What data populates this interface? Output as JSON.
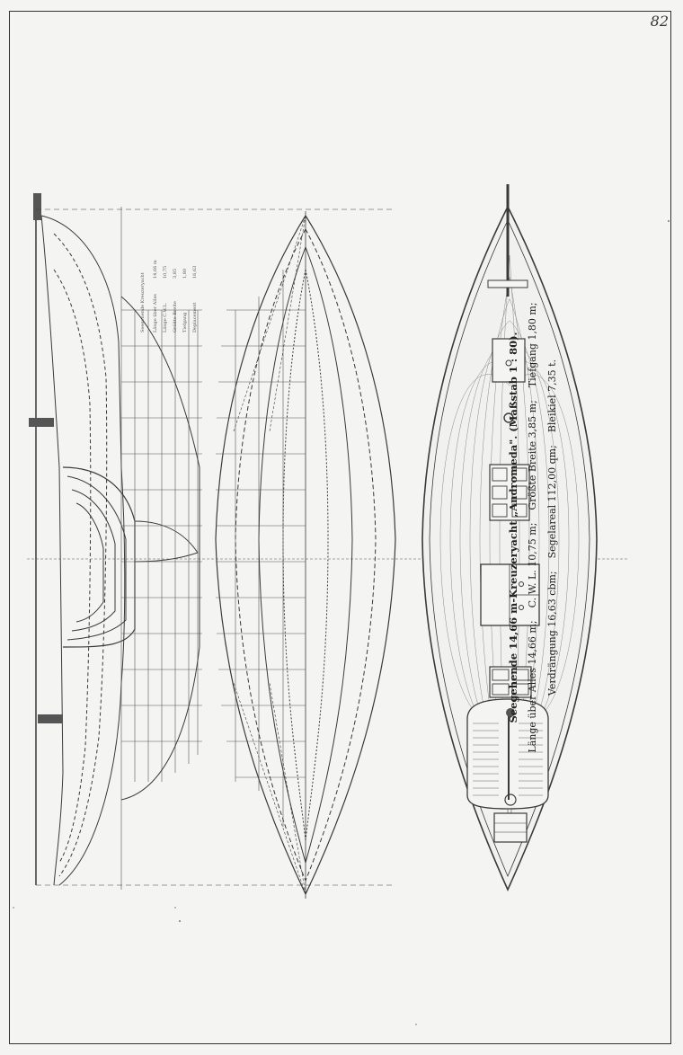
{
  "page": {
    "page_number": "82"
  },
  "caption": {
    "title": "Seegehende 14,66 m-Kreuzeryacht „Andromeda\". (Maßstab 1 : 80).",
    "line2": [
      "Länge über Alles 14,66 m;",
      "C. W. L. 10,75 m;",
      "Größte Breite 3,85 m;",
      "Tiefgang 1,80 m;"
    ],
    "line3": [
      "Verdrängung 16,63 cbm;",
      "Segelareal 112,00 qm;",
      "Bleikiel 7,35 t."
    ]
  },
  "drawing": {
    "views": [
      "profile",
      "half-breadth",
      "deck-plan"
    ],
    "table_title": "Seegehende Kreuzeryacht",
    "table_rows": [
      [
        "Länge über Alles",
        "14,66 m"
      ],
      [
        "Länge C.W.L.",
        "10,75"
      ],
      [
        "Größte Breite",
        "3,85"
      ],
      [
        "Tiefgang",
        "1,80"
      ],
      [
        "Deplacement",
        "16,63"
      ]
    ],
    "ink_color": "#3a3a3a",
    "paper_color": "#f4f4f2"
  }
}
